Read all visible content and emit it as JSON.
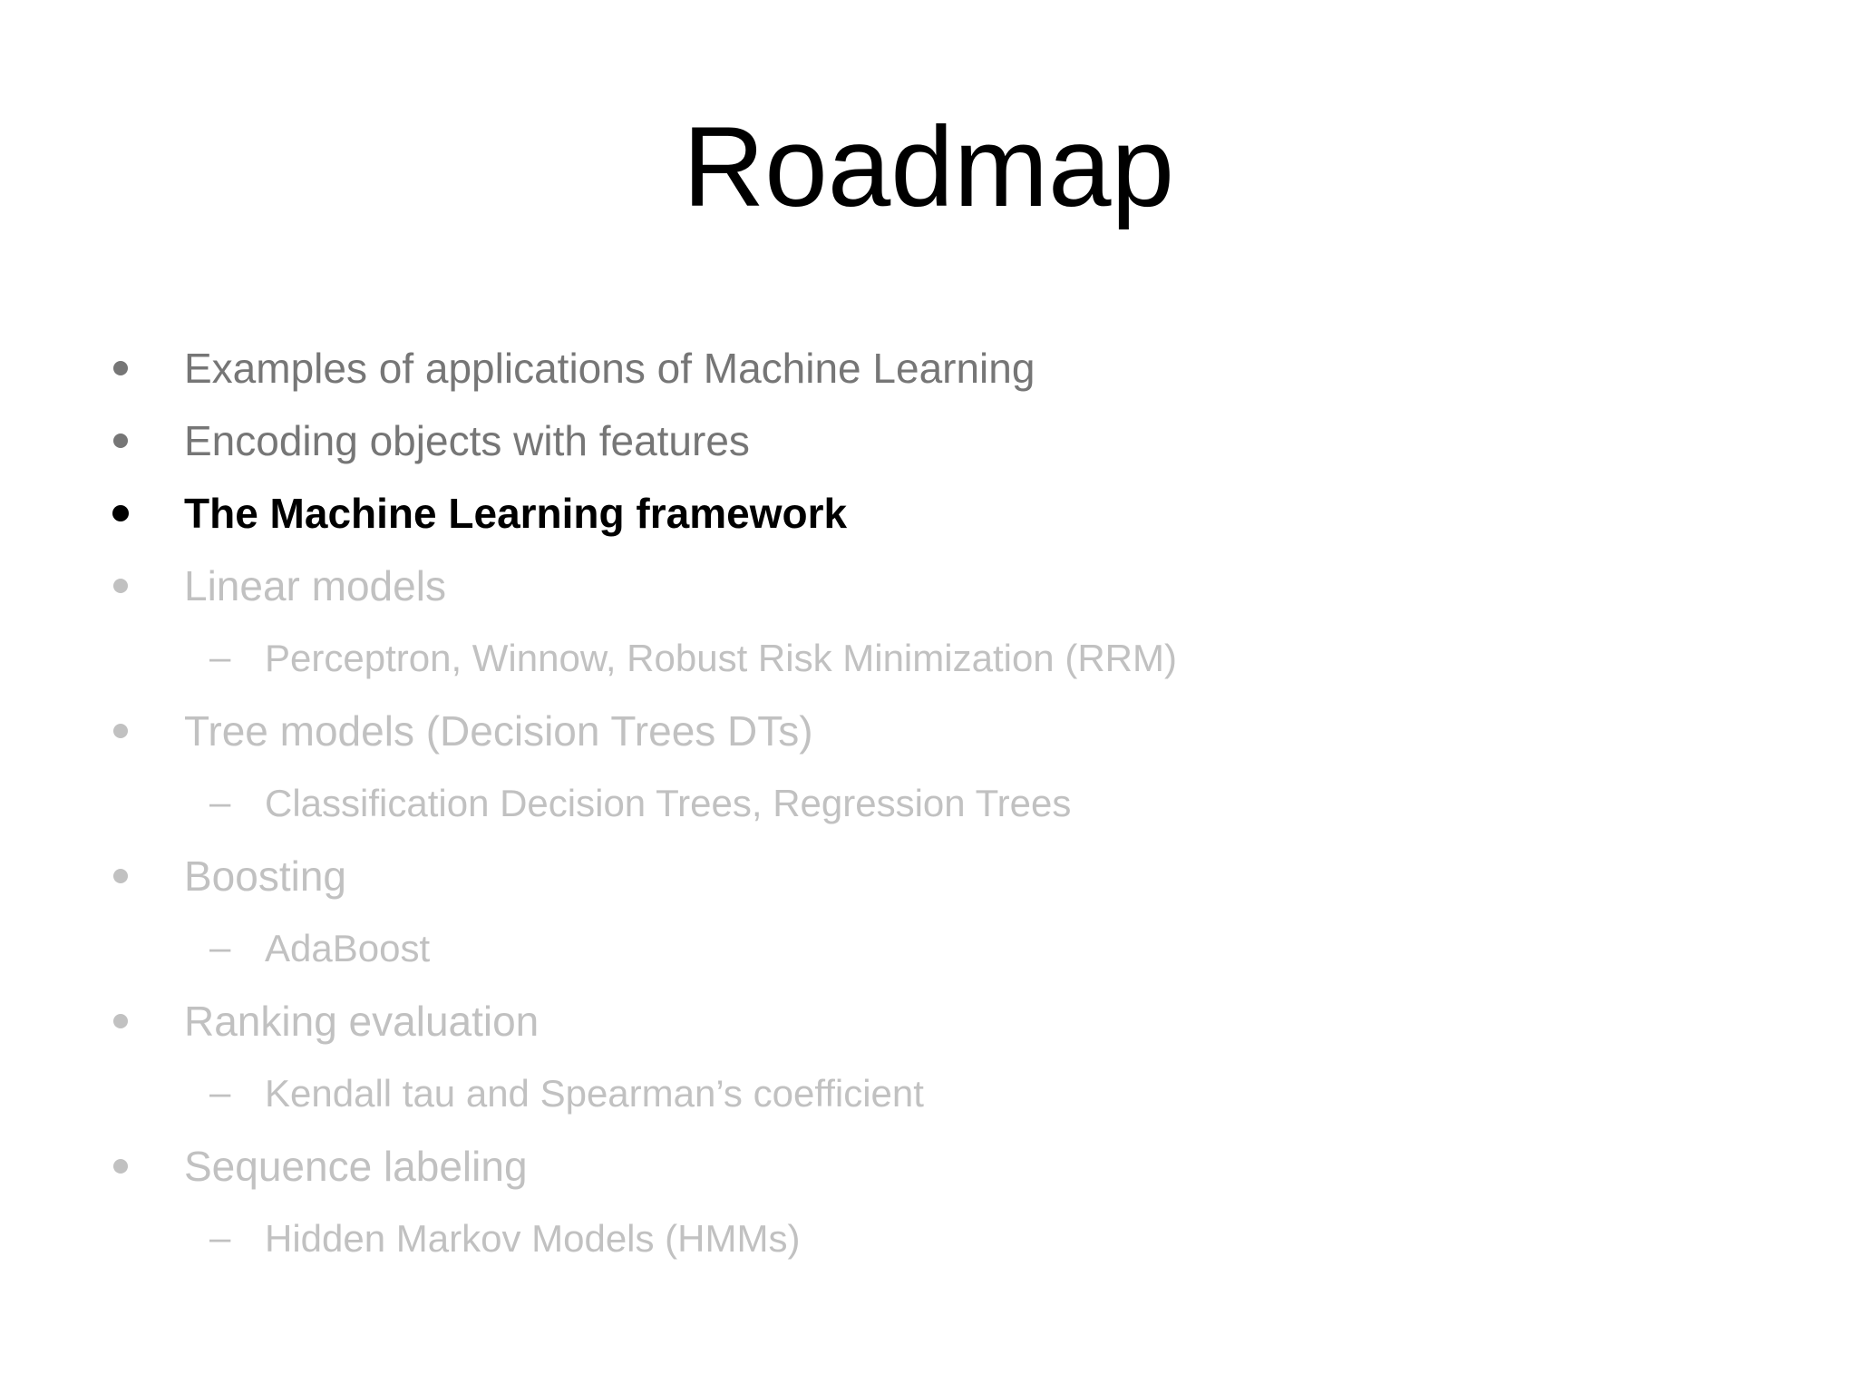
{
  "slide": {
    "title": "Roadmap",
    "colors": {
      "background": "#ffffff",
      "title_text": "#000000",
      "dimmed_dark_text": "#767676",
      "active_text": "#000000",
      "dimmed_light_text": "#c1c1c1"
    },
    "bullet_glyphs": {
      "level1": "•",
      "level2": "–"
    },
    "items": [
      {
        "level": 1,
        "state": "dimmed_dark",
        "text": "Examples of applications of Machine Learning"
      },
      {
        "level": 1,
        "state": "dimmed_dark",
        "text": "Encoding objects with features"
      },
      {
        "level": 1,
        "state": "active",
        "text": "The Machine Learning framework"
      },
      {
        "level": 1,
        "state": "dimmed_light",
        "text": "Linear models"
      },
      {
        "level": 2,
        "state": "dimmed_light",
        "text": "Perceptron, Winnow, Robust Risk Minimization (RRM)"
      },
      {
        "level": 1,
        "state": "dimmed_light",
        "text": "Tree models (Decision Trees DTs)"
      },
      {
        "level": 2,
        "state": "dimmed_light",
        "text": "Classification Decision Trees, Regression Trees"
      },
      {
        "level": 1,
        "state": "dimmed_light",
        "text": "Boosting"
      },
      {
        "level": 2,
        "state": "dimmed_light",
        "text": "AdaBoost"
      },
      {
        "level": 1,
        "state": "dimmed_light",
        "text": "Ranking evaluation"
      },
      {
        "level": 2,
        "state": "dimmed_light",
        "text": "Kendall tau and Spearman’s coefficient"
      },
      {
        "level": 1,
        "state": "dimmed_light",
        "text": "Sequence labeling"
      },
      {
        "level": 2,
        "state": "dimmed_light",
        "text": "Hidden Markov Models (HMMs)"
      }
    ]
  }
}
